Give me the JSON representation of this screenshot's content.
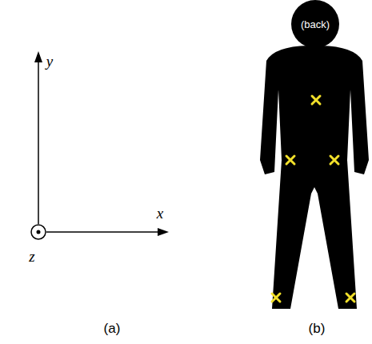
{
  "diagram": {
    "nodes": [
      {
        "text": [
          "(back)"
        ]
      }
    ],
    "labels": [
      "y",
      "x",
      "z",
      "(a)",
      "(b)"
    ]
  }
}
